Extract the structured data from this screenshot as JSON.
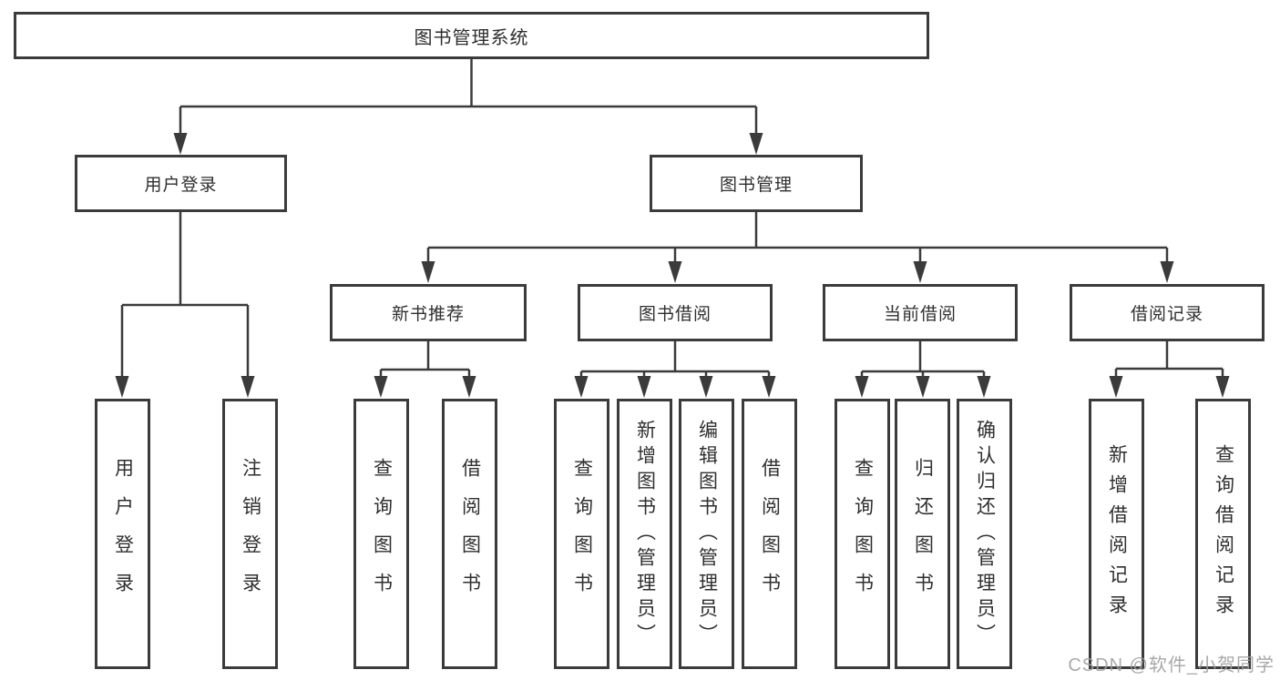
{
  "diagram": {
    "title": "图书管理系统",
    "tree": {
      "root": "图书管理系统",
      "branches": [
        {
          "label": "用户登录",
          "children": [
            "用户登录",
            "注销登录"
          ]
        },
        {
          "label": "图书管理",
          "children": [
            {
              "label": "新书推荐",
              "children": [
                "查询图书",
                "借阅图书"
              ]
            },
            {
              "label": "图书借阅",
              "children": [
                "查询图书",
                "新增图书（管理员）",
                "编辑图书（管理员）",
                "借阅图书"
              ]
            },
            {
              "label": "当前借阅",
              "children": [
                "查询图书",
                "归还图书",
                "确认归还（管理员）"
              ]
            },
            {
              "label": "借阅记录",
              "children": [
                "新增借阅记录",
                "查询借阅记录"
              ]
            }
          ]
        }
      ]
    },
    "colors": {
      "background": "#ffffff",
      "box_border": "#3b3b3b",
      "connector_line": "#3b3b3b",
      "text": "#2f2f2f",
      "watermark": "#a0a0a0"
    }
  },
  "watermark": {
    "text": "CSDN @软件_小贺同学"
  }
}
